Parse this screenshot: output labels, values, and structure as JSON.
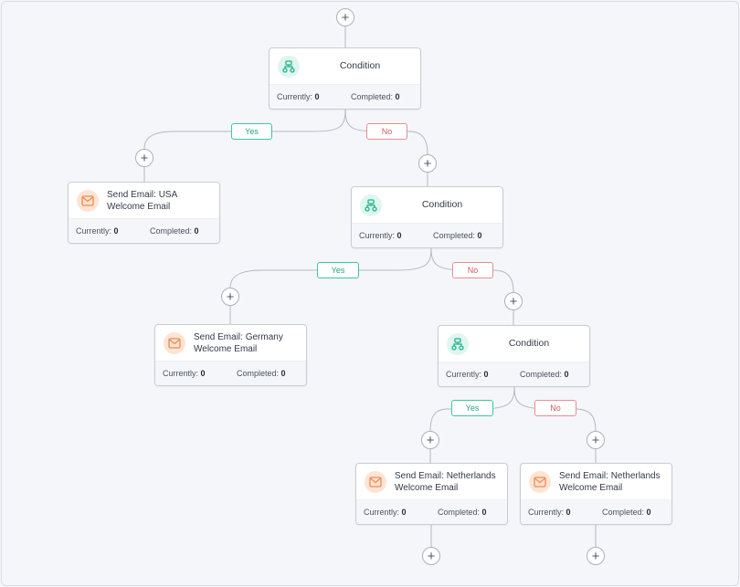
{
  "colors": {
    "canvas": "#f5f6f9",
    "connector": "#aab0bc",
    "yes": "#22a57f",
    "no": "#d4565f",
    "condition_icon": "#1fb38b",
    "email_icon": "#f08a4b"
  },
  "add_step_label": "+",
  "branches": {
    "yes": "Yes",
    "no": "No"
  },
  "stats": {
    "currently_label": "Currently:",
    "completed_label": "Completed:"
  },
  "nodes": [
    {
      "type": "condition",
      "icon": "condition-branch-icon",
      "title": "Condition",
      "currently": "0",
      "completed": "0"
    },
    {
      "type": "email",
      "icon": "email-icon",
      "title_line1": "Send Email: USA",
      "title_line2": "Welcome Email",
      "currently": "0",
      "completed": "0"
    },
    {
      "type": "condition",
      "icon": "condition-branch-icon",
      "title": "Condition",
      "currently": "0",
      "completed": "0"
    },
    {
      "type": "email",
      "icon": "email-icon",
      "title_line1": "Send Email: Germany",
      "title_line2": "Welcome Email",
      "currently": "0",
      "completed": "0"
    },
    {
      "type": "condition",
      "icon": "condition-branch-icon",
      "title": "Condition",
      "currently": "0",
      "completed": "0"
    },
    {
      "type": "email",
      "icon": "email-icon",
      "title_line1": "Send Email: Netherlands",
      "title_line2": "Welcome Email",
      "currently": "0",
      "completed": "0"
    },
    {
      "type": "email",
      "icon": "email-icon",
      "title_line1": "Send Email: Netherlands",
      "title_line2": "Welcome Email",
      "currently": "0",
      "completed": "0"
    }
  ]
}
